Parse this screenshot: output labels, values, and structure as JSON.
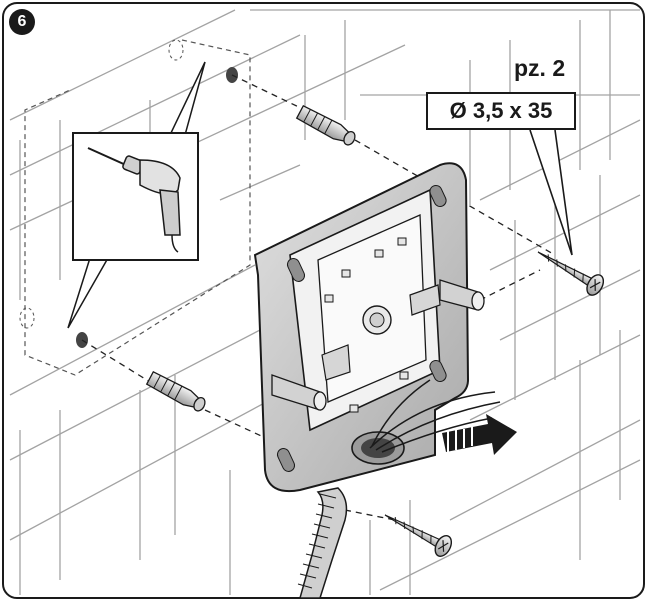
{
  "step": {
    "number": "6"
  },
  "callout": {
    "quantity": "pz. 2",
    "screw_spec": "Ø 3,5 x 35"
  },
  "colors": {
    "line": "#1a1a1a",
    "wall": "#ffffff",
    "wall_stroke": "#9a9a9a",
    "box": "#c9c9c9"
  },
  "icons": [
    "drill-icon",
    "wall-plug-icon",
    "screw-icon",
    "cable-conduit-icon",
    "arrow-icon"
  ]
}
